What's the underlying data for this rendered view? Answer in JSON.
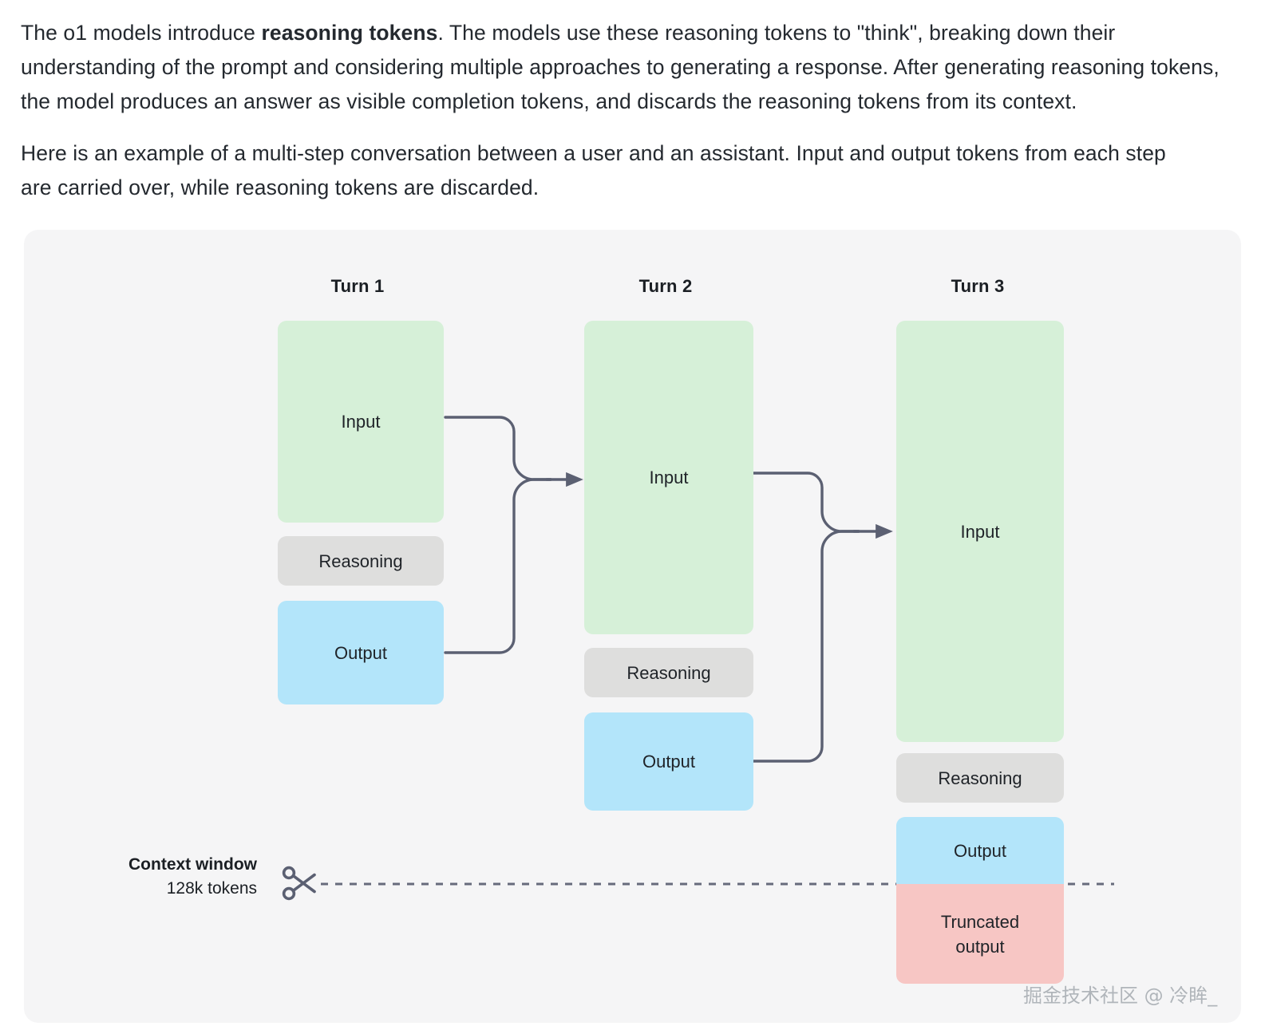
{
  "prose": {
    "p1_a": "The o1 models introduce ",
    "p1_bold": "reasoning tokens",
    "p1_b": ". The models use these reasoning tokens to \"think\", breaking down their understanding of the prompt and considering multiple approaches to generating a response. After generating reasoning tokens, the model produces an answer as visible completion tokens, and discards the reasoning tokens from its context.",
    "p2": "Here is an example of a multi-step conversation between a user and an assistant. Input and output tokens from each step are carried over, while reasoning tokens are discarded."
  },
  "diagram": {
    "turns": [
      {
        "title": "Turn 1",
        "boxes": [
          {
            "label": "Input",
            "kind": "green"
          },
          {
            "label": "Reasoning",
            "kind": "grey"
          },
          {
            "label": "Output",
            "kind": "blue"
          }
        ]
      },
      {
        "title": "Turn 2",
        "boxes": [
          {
            "label": "Input",
            "kind": "green"
          },
          {
            "label": "Reasoning",
            "kind": "grey"
          },
          {
            "label": "Output",
            "kind": "blue"
          }
        ]
      },
      {
        "title": "Turn 3",
        "boxes": [
          {
            "label": "Input",
            "kind": "green"
          },
          {
            "label": "Reasoning",
            "kind": "grey"
          },
          {
            "label": "Output",
            "kind": "blue"
          },
          {
            "label": "Truncated output",
            "kind": "pink"
          }
        ]
      }
    ],
    "context_window": {
      "title": "Context window",
      "subtitle": "128k tokens",
      "icon": "scissors-icon"
    },
    "colors": {
      "card_bg": "#f5f5f6",
      "input_green": "#d6f0d8",
      "reasoning_grey": "#dededd",
      "output_blue": "#b3e5fa",
      "truncated_pink": "#f7c6c4",
      "connector": "#5b6072",
      "text": "#1f2328"
    }
  },
  "watermark": {
    "text": "掘金技术社区 @ 冷眸_"
  }
}
